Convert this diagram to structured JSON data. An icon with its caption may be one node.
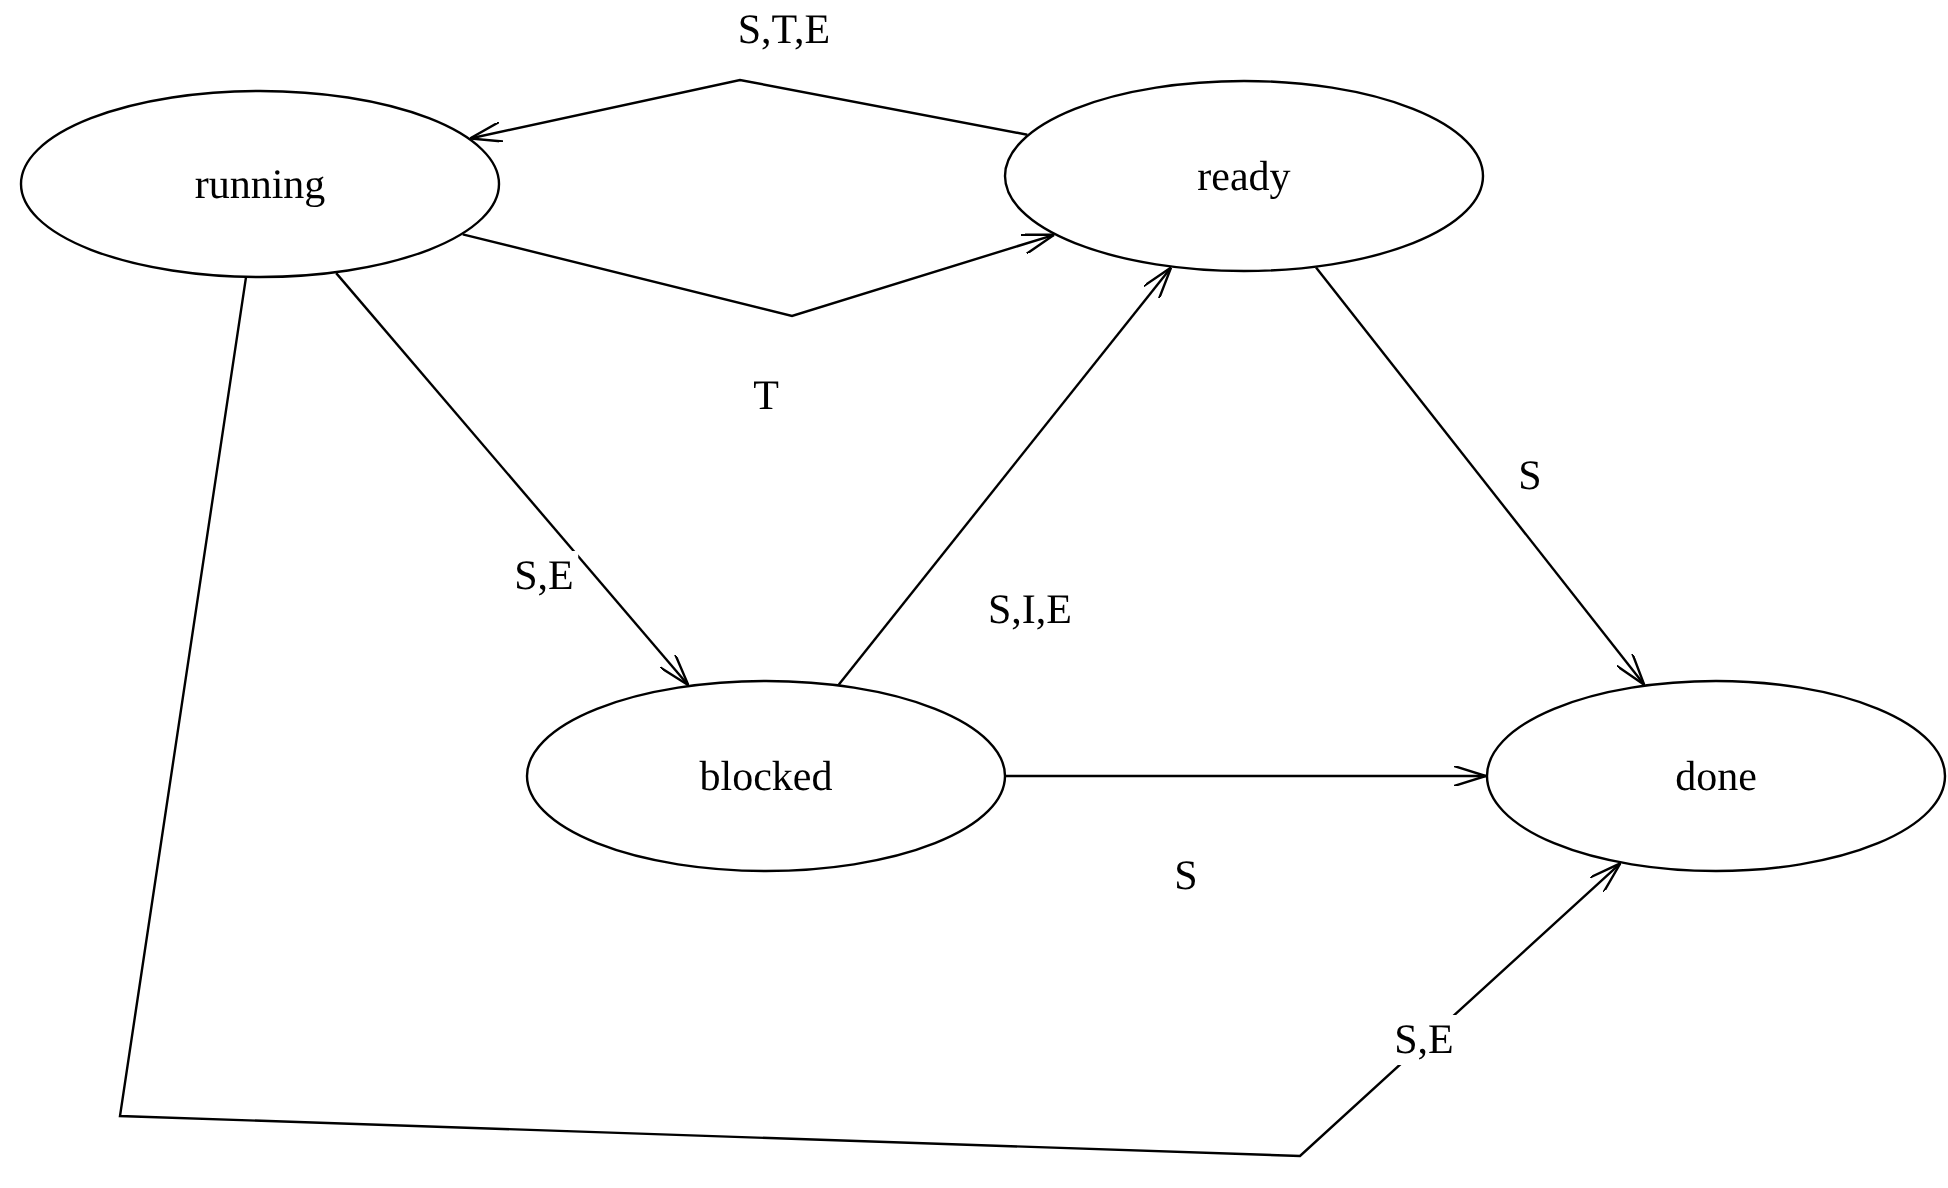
{
  "diagram": {
    "nodes": [
      {
        "text": [
          "running"
        ]
      },
      {
        "text": [
          "ready"
        ]
      },
      {
        "text": [
          "blocked"
        ]
      },
      {
        "text": [
          "done"
        ]
      }
    ],
    "edges": [
      {
        "from": 1,
        "to": 0,
        "arrow": "to",
        "label": "S,T,E"
      },
      {
        "from": 0,
        "to": 1,
        "arrow": "to",
        "label": "T"
      },
      {
        "from": 0,
        "to": 2,
        "arrow": "to",
        "label": "S,E"
      },
      {
        "from": 2,
        "to": 1,
        "arrow": "to",
        "label": "S,I,E"
      },
      {
        "from": 1,
        "to": 3,
        "arrow": "to",
        "label": "S"
      },
      {
        "from": 2,
        "to": 3,
        "arrow": "to",
        "label": "S"
      },
      {
        "from": 0,
        "to": 3,
        "arrow": "to",
        "label": "S,E"
      }
    ]
  }
}
